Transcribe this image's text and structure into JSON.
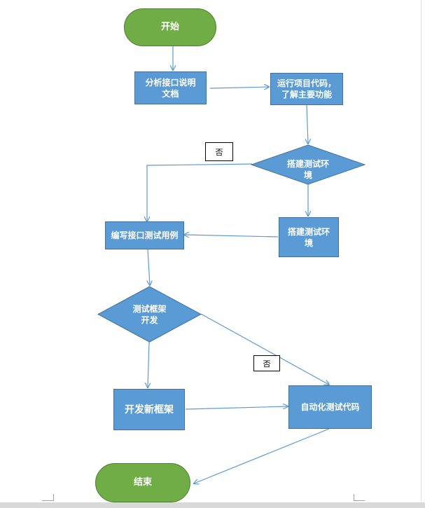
{
  "nodes": {
    "start": "开始",
    "analyze": "分析接口说明\n文档",
    "run_code": "运行项目代码，\n了解主要功能",
    "build_env_decision": "搭建测试环\n境",
    "write_cases": "编写接口测试用例",
    "build_env": "搭建测试环\n境",
    "framework_decision": "测试框架\n开发",
    "new_framework": "开发新框架",
    "auto_code": "自动化测试代码",
    "end": "结束"
  },
  "labels": {
    "no_1": "否",
    "no_2": "否"
  },
  "colors": {
    "process_fill": "#5b9bd5",
    "process_border": "#41719c",
    "terminal_fill": "#70ad47",
    "terminal_border": "#507e32",
    "connector": "#5b9bd5"
  }
}
